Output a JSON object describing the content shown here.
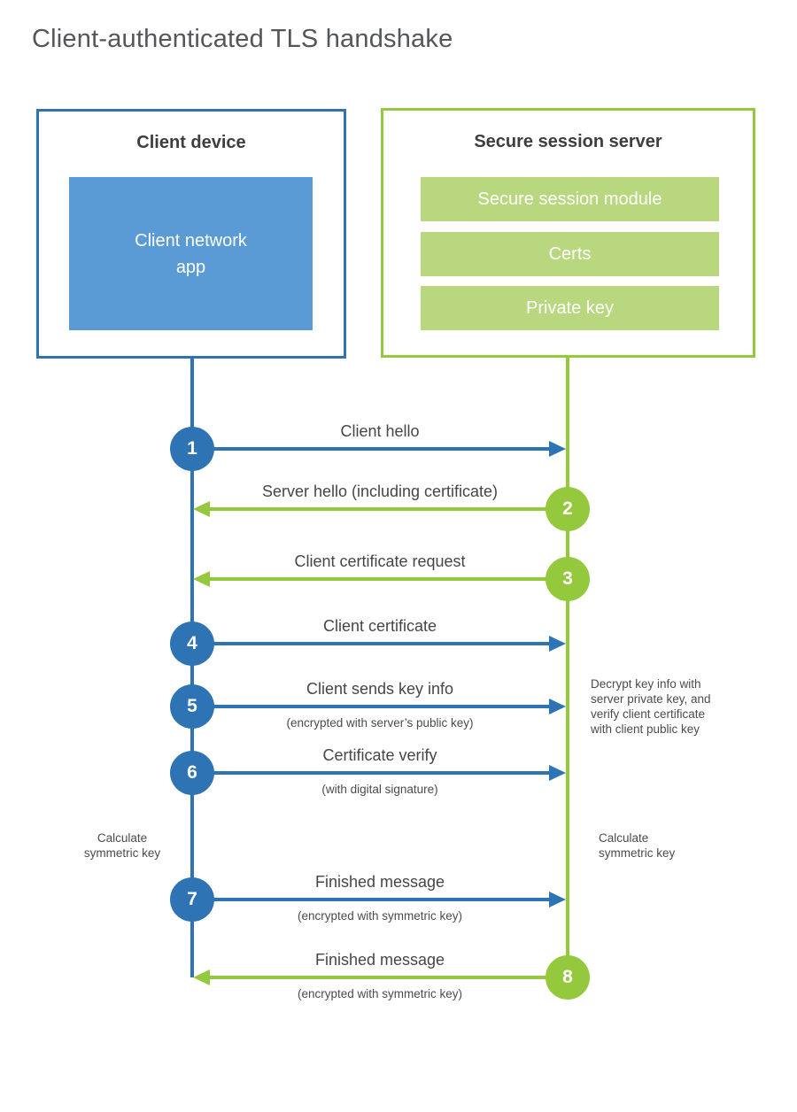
{
  "title": "Client-authenticated TLS handshake",
  "colors": {
    "client_accent": "#2e74b5",
    "client_fill": "#5b9bd5",
    "server_accent": "#94c83d",
    "server_fill": "#b9d77e"
  },
  "client_box": {
    "header": "Client device",
    "module": "Client network\napp"
  },
  "server_box": {
    "header": "Secure session server",
    "modules": [
      "Secure session module",
      "Certs",
      "Private key"
    ]
  },
  "messages": [
    {
      "num": "1",
      "label": "Client hello",
      "sublabel": "",
      "from": "client",
      "to": "server"
    },
    {
      "num": "2",
      "label": "Server hello (including certificate)",
      "sublabel": "",
      "from": "server",
      "to": "client"
    },
    {
      "num": "3",
      "label": "Client certificate request",
      "sublabel": "",
      "from": "server",
      "to": "client"
    },
    {
      "num": "4",
      "label": "Client certificate",
      "sublabel": "",
      "from": "client",
      "to": "server"
    },
    {
      "num": "5",
      "label": "Client sends key info",
      "sublabel": "(encrypted with server’s public key)",
      "from": "client",
      "to": "server"
    },
    {
      "num": "6",
      "label": "Certificate verify",
      "sublabel": "(with digital signature)",
      "from": "client",
      "to": "server"
    },
    {
      "num": "7",
      "label": "Finished message",
      "sublabel": "(encrypted with symmetric key)",
      "from": "client",
      "to": "server"
    },
    {
      "num": "8",
      "label": "Finished message",
      "sublabel": "(encrypted with symmetric key)",
      "from": "server",
      "to": "client"
    }
  ],
  "annotations": {
    "server_note": "Decrypt key info with\nserver private key, and\nverify client certificate\nwith client public key",
    "calc_left": "Calculate\nsymmetric key",
    "calc_right": "Calculate\nsymmetric key"
  }
}
